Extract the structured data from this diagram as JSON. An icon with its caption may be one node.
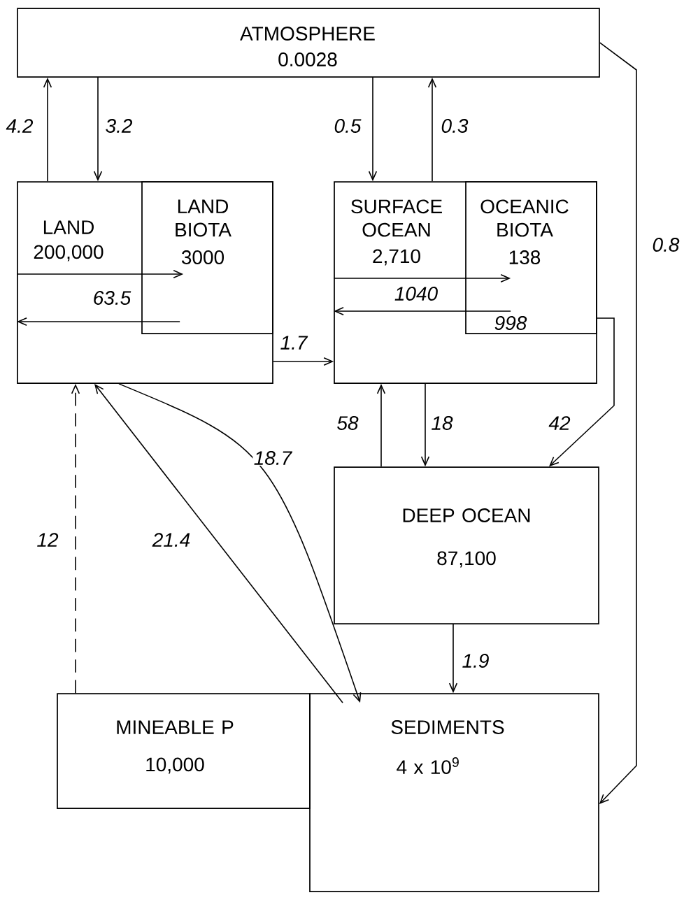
{
  "diagram": {
    "nodes": [
      {
        "text": [
          "ATMOSPHERE",
          "0.0028"
        ]
      },
      {
        "text": [
          "LAND",
          "200,000"
        ]
      },
      {
        "text": [
          "LAND BIOTA",
          "3000"
        ],
        "in": 1
      },
      {
        "text": [
          "SURFACE OCEAN",
          "2,710"
        ]
      },
      {
        "text": [
          "OCEANIC BIOTA",
          "138"
        ],
        "in": 3
      },
      {
        "text": [
          "DEEP OCEAN",
          "87,100"
        ]
      },
      {
        "text": [
          "MINEABLE P",
          "10,000"
        ]
      },
      {
        "text": [
          "SEDIMENTS",
          "4 x 10$^{9}$"
        ]
      }
    ],
    "edges": [
      {
        "from": 1,
        "to": 0,
        "arrow": "to",
        "label": "4.2"
      },
      {
        "from": 0,
        "to": 1,
        "arrow": "to",
        "label": "3.2"
      },
      {
        "from": 0,
        "to": 3,
        "arrow": "to",
        "label": "0.5"
      },
      {
        "from": 3,
        "to": 0,
        "arrow": "to",
        "label": "0.3"
      },
      {
        "from": 0,
        "to": 7,
        "arrow": "to",
        "label": "0.8"
      },
      {
        "from": 1,
        "to": 2,
        "arrow": "to",
        "label": "63.5"
      },
      {
        "from": 2,
        "to": 1,
        "arrow": "to"
      },
      {
        "from": 3,
        "to": 4,
        "arrow": "to",
        "label": "1040"
      },
      {
        "from": 4,
        "to": 3,
        "arrow": "to",
        "label": "998"
      },
      {
        "from": 1,
        "to": 3,
        "arrow": "to",
        "label": "1.7"
      },
      {
        "from": 5,
        "to": 3,
        "arrow": "to",
        "label": "58"
      },
      {
        "from": 3,
        "to": 5,
        "arrow": "to",
        "label": "18"
      },
      {
        "from": 4,
        "to": 5,
        "arrow": "to",
        "label": "42"
      },
      {
        "from": 6,
        "to": 1,
        "arrow": "to",
        "label": "12",
        "style": "dashed"
      },
      {
        "from": 7,
        "to": 1,
        "arrow": "to",
        "label": "21.4"
      },
      {
        "from": 1,
        "to": 7,
        "arrow": "to",
        "label": "18.7"
      },
      {
        "from": 5,
        "to": 7,
        "arrow": "to",
        "label": "1.9"
      }
    ]
  }
}
